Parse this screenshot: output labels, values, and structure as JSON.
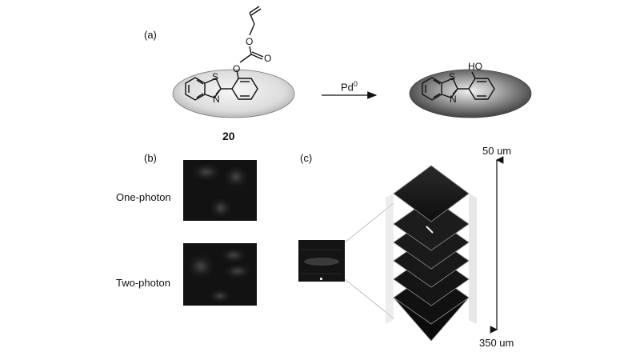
{
  "panel_a": {
    "label": "(a)",
    "compound_number": "20",
    "reagent_base": "Pd",
    "reagent_sup": "0",
    "atoms": {
      "sulfur": "S",
      "nitrogen": "N",
      "hydroxyl": "HO",
      "oxygen": "O"
    }
  },
  "panel_b": {
    "label": "(b)",
    "one_photon": "One-photon",
    "two_photon": "Two-photon"
  },
  "panel_c": {
    "label": "(c)",
    "depth_top": "50 um",
    "depth_bottom": "350 um",
    "slice_count": 6
  },
  "colors": {
    "ink": "#111111",
    "image_bg": "#121212",
    "ellipse_light": "#e6e6e6",
    "ellipse_dark": "#2a2a2a"
  }
}
